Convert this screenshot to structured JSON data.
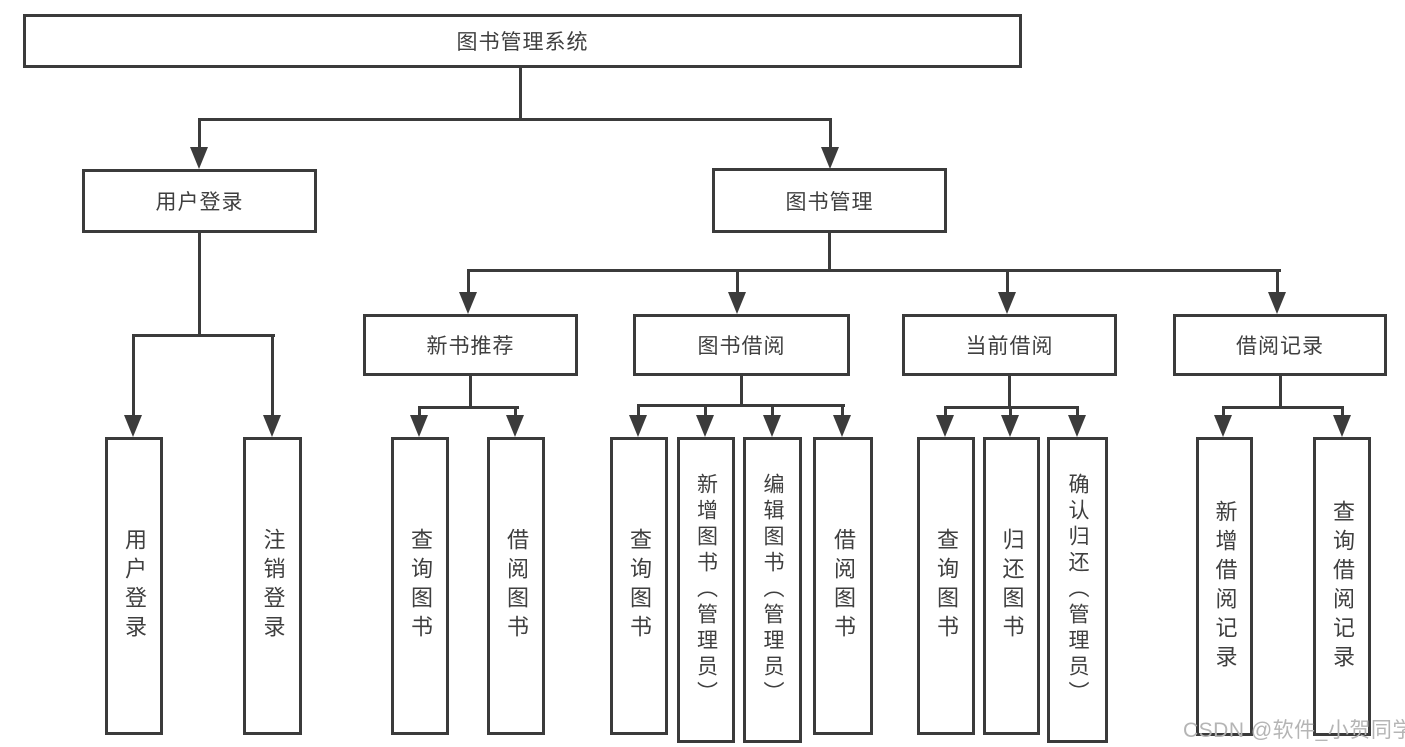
{
  "diagram": {
    "title": "图书管理系统",
    "type": "hierarchy-tree",
    "hierarchy": {
      "图书管理系统": [
        "用户登录",
        "图书管理"
      ],
      "用户登录": [
        "用户登录",
        "注销登录"
      ],
      "图书管理": [
        "新书推荐",
        "图书借阅",
        "当前借阅",
        "借阅记录"
      ],
      "新书推荐": [
        "查询图书",
        "借阅图书"
      ],
      "图书借阅": [
        "查询图书",
        "新增图书（管理员）",
        "编辑图书（管理员）",
        "借阅图书"
      ],
      "当前借阅": [
        "查询图书",
        "归还图书",
        "确认归还（管理员）"
      ],
      "借阅记录": [
        "新增借阅记录",
        "查询借阅记录"
      ]
    }
  },
  "nodes": {
    "root": {
      "label": "图书管理系统"
    },
    "user_login": {
      "label": "用户登录"
    },
    "book_mgmt": {
      "label": "图书管理"
    },
    "new_book_rec": {
      "label": "新书推荐"
    },
    "book_borrow": {
      "label": "图书借阅"
    },
    "current_borrow": {
      "label": "当前借阅"
    },
    "borrow_record": {
      "label": "借阅记录"
    },
    "leaf_user_login": {
      "label": "用户登录"
    },
    "leaf_logout": {
      "label": "注销登录"
    },
    "leaf_rec_query_book": {
      "label": "查询图书"
    },
    "leaf_rec_borrow_book": {
      "label": "借阅图书"
    },
    "leaf_bb_query_book": {
      "label": "查询图书"
    },
    "leaf_bb_add_book": {
      "label": "新增图书（管理员）"
    },
    "leaf_bb_edit_book": {
      "label": "编辑图书（管理员）"
    },
    "leaf_bb_borrow_book": {
      "label": "借阅图书"
    },
    "leaf_cb_query_book": {
      "label": "查询图书"
    },
    "leaf_cb_return_book": {
      "label": "归还图书"
    },
    "leaf_cb_confirm_return": {
      "label": "确认归还（管理员）"
    },
    "leaf_br_add_record": {
      "label": "新增借阅记录"
    },
    "leaf_br_query_record": {
      "label": "查询借阅记录"
    }
  },
  "watermark": {
    "text": "CSDN @软件_小贺同学"
  },
  "colors": {
    "line": "#3b3b3b",
    "box_border": "#3b3b3b",
    "text": "#3f3f3f",
    "watermark_text": "#b5b5b5",
    "background": "#ffffff"
  }
}
